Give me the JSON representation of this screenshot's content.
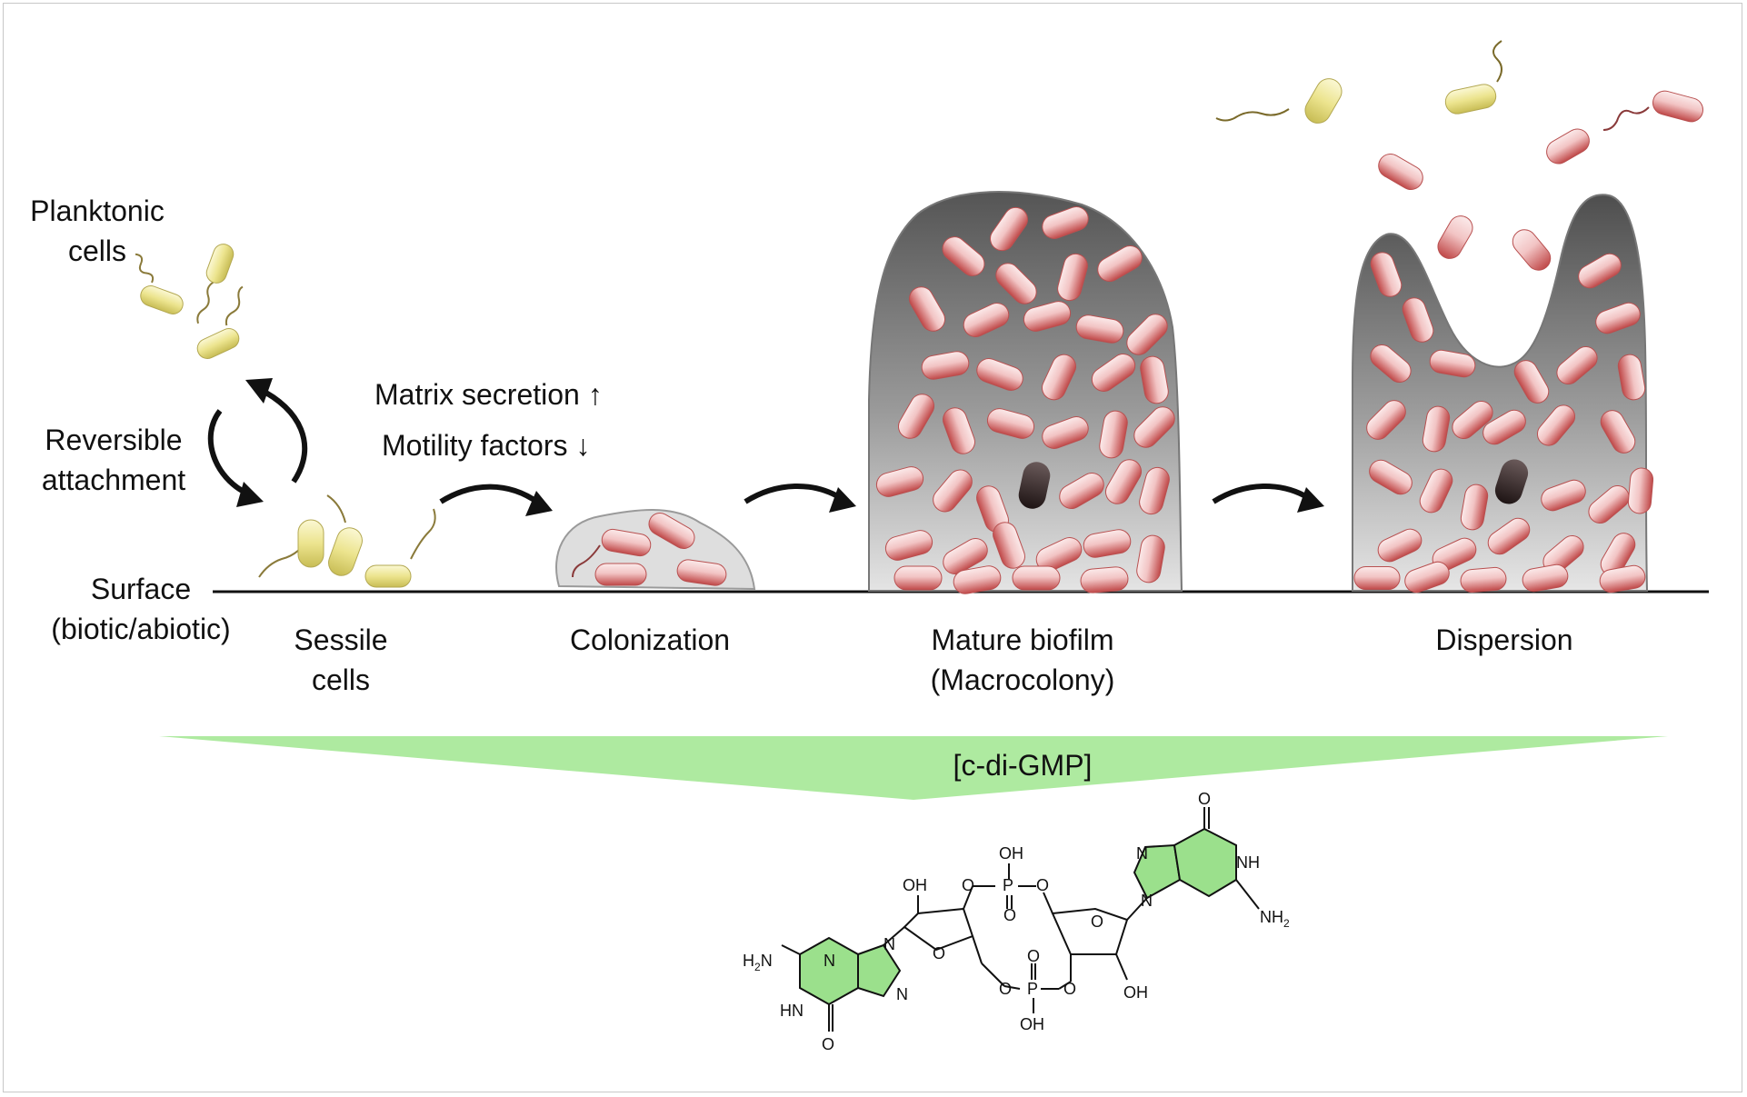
{
  "labels": {
    "planktonic_line1": "Planktonic",
    "planktonic_line2": "cells",
    "reversible_line1": "Reversible",
    "reversible_line2": "attachment",
    "surface_line1": "Surface",
    "surface_line2": "(biotic/abiotic)",
    "sessile_line1": "Sessile",
    "sessile_line2": "cells",
    "matrix": "Matrix secretion ↑",
    "motility": "Motility factors ↓",
    "colonization": "Colonization",
    "mature_line1": "Mature biofilm",
    "mature_line2": "(Macrocolony)",
    "dispersion": "Dispersion",
    "cdigmp": "[c-di-GMP]"
  },
  "molecule": {
    "oh": "OH",
    "o": "O",
    "p": "P",
    "n": "N",
    "nh": "NH",
    "hn": "HN",
    "nh2": "NH",
    "h2n": "H",
    "sub2": "2"
  },
  "colors": {
    "planktonic_cell": "#e6e08a",
    "biofilm_cell": "#d45a5a",
    "matrix_dark": "#5e5e5e",
    "matrix_light": "#e0e0e0",
    "gradient_band": "#aeeaa0",
    "guanine_fill": "#9be08c"
  }
}
